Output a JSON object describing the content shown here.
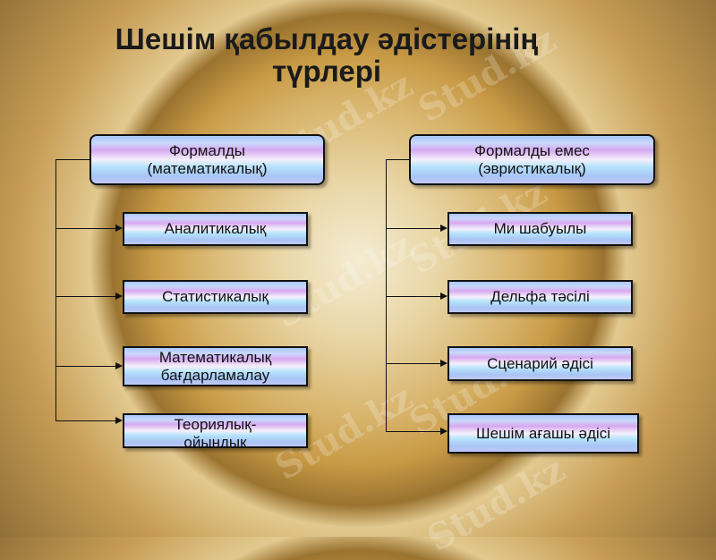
{
  "title": {
    "line1": "Шешім қабылдау әдістерінің",
    "line2": "түрлері"
  },
  "left": {
    "header": {
      "line1": "Формалды",
      "line2": "(математикалық)"
    },
    "items": [
      "Аналитикалық",
      "Статистикалық",
      "Математикалық бағдарламалау",
      "Теориялық-ойындық"
    ]
  },
  "right": {
    "header": {
      "line1": "Формалды емес",
      "line2": "(эвристикалық)"
    },
    "items": [
      "Ми шабуылы",
      "Дельфа тәсілі",
      "Сценарий әдісі",
      "Шешім ағашы әдісі"
    ]
  },
  "watermark": "Stud.kz"
}
